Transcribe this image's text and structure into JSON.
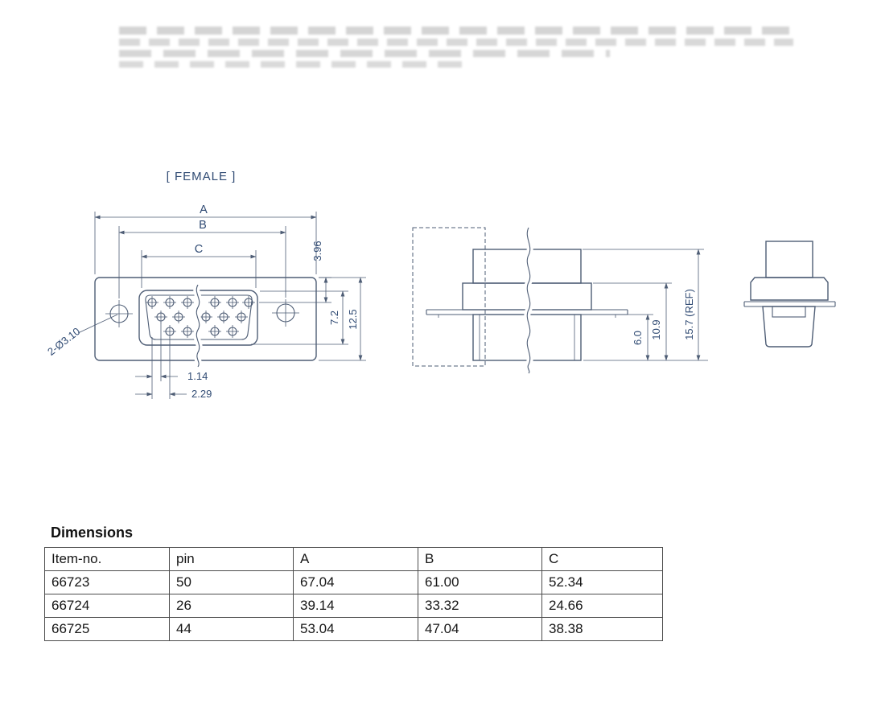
{
  "drawing": {
    "view_label": "[ FEMALE ]",
    "front": {
      "dim_a": "A",
      "dim_b": "B",
      "dim_c": "C",
      "top_offset": "3.96",
      "opening_height": "7.2",
      "flange_height": "12.5",
      "half_pitch": "1.14",
      "pitch": "2.29",
      "hole_label": "2-Ø3.10"
    },
    "side": {
      "lower_height": "6.0",
      "mid_height": "10.9",
      "total_height": "15.7 (REF)"
    }
  },
  "table": {
    "title": "Dimensions",
    "headers": [
      "Item-no.",
      "pin",
      "A",
      "B",
      "C"
    ],
    "rows": [
      [
        "66723",
        "50",
        "67.04",
        "61.00",
        "52.34"
      ],
      [
        "66724",
        "26",
        "39.14",
        "33.32",
        "24.66"
      ],
      [
        "66725",
        "44",
        "53.04",
        "47.04",
        "38.38"
      ]
    ]
  }
}
